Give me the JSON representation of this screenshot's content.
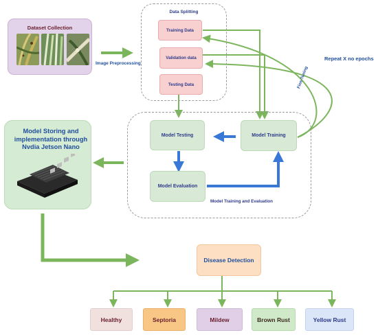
{
  "dataset": {
    "title": "Dataset Collection"
  },
  "preprocess_label": "Image Preprocessing",
  "splitting": {
    "title": "Data Splitting",
    "training": "Training Data",
    "validation": "Validation data",
    "testing": "Testing Data"
  },
  "repeat_label": "Repeat X no epochs",
  "finetune_label": "Fine-Tuning",
  "training_group": {
    "testing": "Model Testing",
    "training": "Model Training",
    "evaluation": "Model Evaluation",
    "caption": "Model Training and Evaluation"
  },
  "storing": {
    "title": "Model Storing and implementation through Nvdia Jetson Nano"
  },
  "detection": "Disease Detection",
  "classes": [
    {
      "label": "Healthy"
    },
    {
      "label": "Septoria"
    },
    {
      "label": "Mildew"
    },
    {
      "label": "Brown Rust"
    },
    {
      "label": "Yellow Rust"
    }
  ],
  "colors": {
    "green_arrow": "#7cb65c",
    "blue_arrow": "#3a78d8",
    "pink_box": "#f8d0d0",
    "green_box": "#d8ead6",
    "purple_box": "#e3d3ea",
    "orange_box": "#fde0c4",
    "label_blue": "#2e3a8a",
    "title_blue": "#1f4e9c"
  },
  "icons": [
    "leaf-photo",
    "jetson-board"
  ]
}
